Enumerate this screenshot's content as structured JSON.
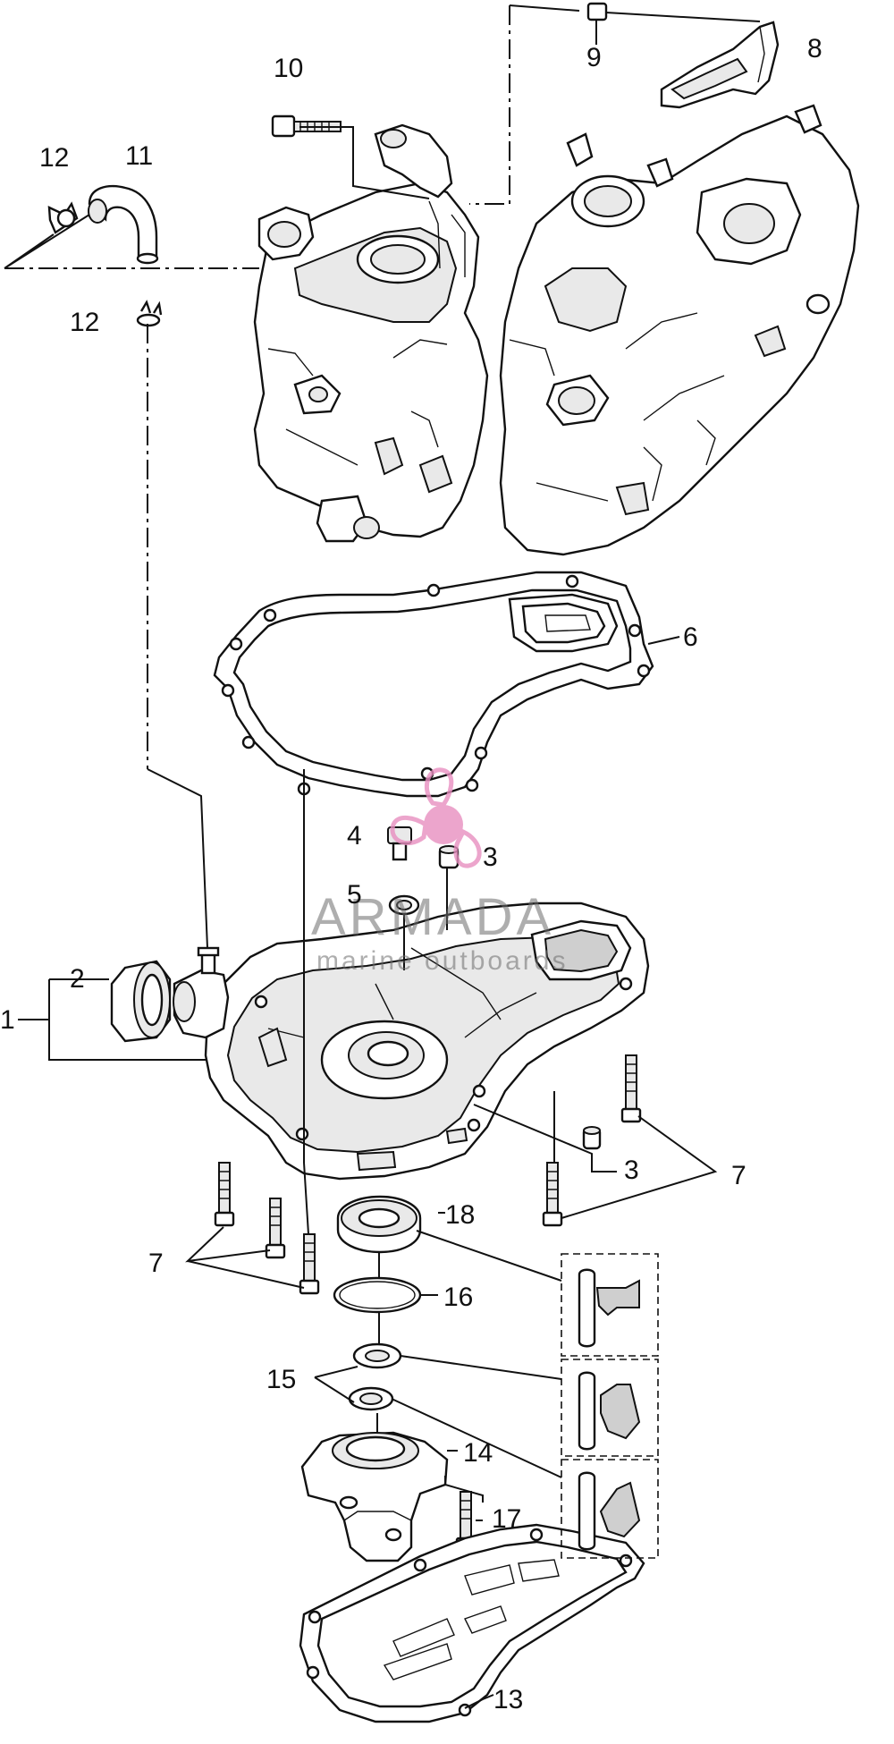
{
  "parts": [
    {
      "label": "1"
    },
    {
      "label": "2"
    },
    {
      "label": "3"
    },
    {
      "label": "3"
    },
    {
      "label": "4"
    },
    {
      "label": "5"
    },
    {
      "label": "6"
    },
    {
      "label": "7"
    },
    {
      "label": "7"
    },
    {
      "label": "8"
    },
    {
      "label": "9"
    },
    {
      "label": "10"
    },
    {
      "label": "11"
    },
    {
      "label": "12"
    },
    {
      "label": "12"
    },
    {
      "label": "13"
    },
    {
      "label": "14"
    },
    {
      "label": "15"
    },
    {
      "label": "16"
    },
    {
      "label": "17"
    },
    {
      "label": "18"
    }
  ],
  "watermark": {
    "brand": "ARMADA",
    "subtitle": "marine outboards",
    "logo_icon": "propeller-logo-icon",
    "logo_color": "#e88fc0"
  },
  "colors": {
    "line": "#111111",
    "background": "#ffffff"
  }
}
